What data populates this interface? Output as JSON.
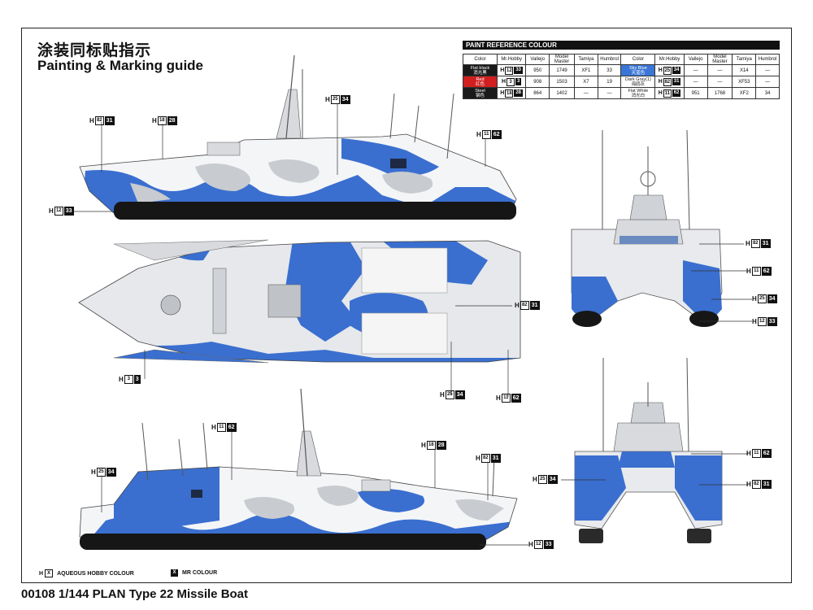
{
  "header": {
    "title_cn": "涂装同标贴指示",
    "title_en": "Painting & Marking guide"
  },
  "paint_table": {
    "title": "PAINT REFERENCE COLOUR",
    "columns": [
      "Color",
      "Mr.Hobby",
      "Vallejo",
      "Model Master",
      "Tamiya",
      "Humbrol"
    ],
    "left_rows": [
      {
        "name": "Flat black",
        "cn": "消光黑",
        "swatch": "#1a1a1a",
        "h": "12",
        "n": "33",
        "vallejo": "950",
        "model_master": "1749",
        "tamiya": "XF1",
        "humbrol": "33"
      },
      {
        "name": "Red",
        "cn": "红色",
        "swatch": "#d11f1f",
        "h": "3",
        "n": "3",
        "vallejo": "908",
        "model_master": "1503",
        "tamiya": "X7",
        "humbrol": "19"
      },
      {
        "name": "Steel",
        "cn": "钢色",
        "swatch": "#1a1a1a",
        "h": "18",
        "n": "28",
        "vallejo": "864",
        "model_master": "1402",
        "tamiya": "—",
        "humbrol": "—"
      }
    ],
    "right_rows": [
      {
        "name": "Sky Blue",
        "cn": "天蓝色",
        "swatch": "#3a76d6",
        "h": "25",
        "n": "34",
        "vallejo": "—",
        "model_master": "—",
        "tamiya": "X14",
        "humbrol": "—"
      },
      {
        "name": "Dark Gray(1)",
        "cn": "海鸥灰",
        "swatch": "#ffffff",
        "h": "82",
        "n": "31",
        "vallejo": "—",
        "model_master": "—",
        "tamiya": "XF53",
        "humbrol": "—"
      },
      {
        "name": "Flat White",
        "cn": "消光白",
        "swatch": "#ffffff",
        "h": "11",
        "n": "62",
        "vallejo": "951",
        "model_master": "1768",
        "tamiya": "XF2",
        "humbrol": "34"
      }
    ]
  },
  "callouts": {
    "side1_a": {
      "h": "82",
      "n": "31"
    },
    "side1_b": {
      "h": "18",
      "n": "28"
    },
    "side1_c": {
      "h": "25",
      "n": "34"
    },
    "side1_d": {
      "h": "11",
      "n": "62"
    },
    "side1_e": {
      "h": "12",
      "n": "33"
    },
    "top_a": {
      "h": "82",
      "n": "31"
    },
    "top_b": {
      "h": "3",
      "n": "3"
    },
    "top_c": {
      "h": "25",
      "n": "34"
    },
    "top_d": {
      "h": "11",
      "n": "62"
    },
    "front1_a": {
      "h": "82",
      "n": "31"
    },
    "front1_b": {
      "h": "11",
      "n": "62"
    },
    "front1_c": {
      "h": "25",
      "n": "34"
    },
    "front1_d": {
      "h": "12",
      "n": "33"
    },
    "side2_a": {
      "h": "11",
      "n": "62"
    },
    "side2_b": {
      "h": "18",
      "n": "28"
    },
    "side2_c": {
      "h": "25",
      "n": "34"
    },
    "side2_d": {
      "h": "82",
      "n": "31"
    },
    "side2_e": {
      "h": "12",
      "n": "33"
    },
    "rear_a": {
      "h": "11",
      "n": "62"
    },
    "rear_b": {
      "h": "25",
      "n": "34"
    },
    "rear_c": {
      "h": "82",
      "n": "31"
    }
  },
  "legend": {
    "aqueous_symbol": "X",
    "aqueous_label": "AQUEOUS HOBBY COLOUR",
    "mr_symbol": "X",
    "mr_label": "MR COLOUR"
  },
  "footer": {
    "title": "00108 1/144 PLAN Type 22 Missile Boat"
  },
  "colors": {
    "sky_blue": "#3a6fd0",
    "light_gray": "#c8cbcf",
    "white": "#f4f5f7",
    "black": "#161616"
  }
}
